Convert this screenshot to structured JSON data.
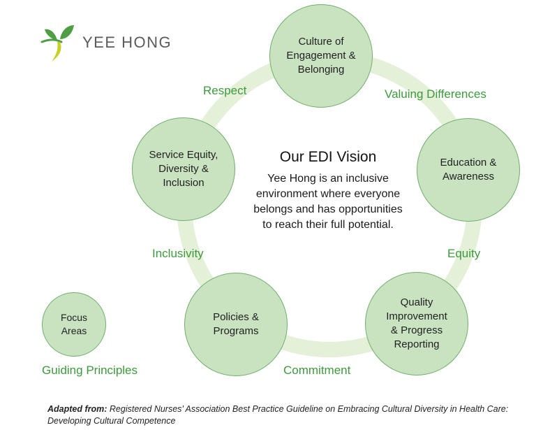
{
  "brand": {
    "name": "YEE HONG",
    "colors": {
      "leaf_green": "#4f9e45",
      "leaf_yellow": "#c8cf2a",
      "text_gray": "#5b5b5b"
    },
    "icon": "leaf-logo-icon"
  },
  "diagram": {
    "colors": {
      "node_fill": "#c9e3c1",
      "node_border": "#6fae6a",
      "ring": "#e4f0d8",
      "principle_text": "#3c9a3c"
    },
    "focus_areas": [
      {
        "id": "culture",
        "label": "Culture of\nEngagement &\nBelonging"
      },
      {
        "id": "education",
        "label": "Education &\nAwareness"
      },
      {
        "id": "quality",
        "label": "Quality\nImprovement\n& Progress\nReporting"
      },
      {
        "id": "policies",
        "label": "Policies &\nPrograms"
      },
      {
        "id": "service",
        "label": "Service Equity,\nDiversity &\nInclusion"
      }
    ],
    "guiding_principles": [
      {
        "id": "respect",
        "label": "Respect"
      },
      {
        "id": "valuing",
        "label": "Valuing Differences"
      },
      {
        "id": "equity",
        "label": "Equity"
      },
      {
        "id": "commitment",
        "label": "Commitment"
      },
      {
        "id": "inclusivity",
        "label": "Inclusivity"
      }
    ],
    "vision": {
      "title": "Our EDI Vision",
      "body": "Yee Hong is an inclusive\nenvironment where everyone\nbelongs and has opportunities\nto reach their full potential."
    }
  },
  "legend": {
    "circle_label": "Focus\nAreas",
    "text_label": "Guiding Principles"
  },
  "source": {
    "prefix": "Adapted from:",
    "text": " Registered Nurses’ Association Best Practice Guideline on Embracing Cultural Diversity in Health Care: Developing Cultural Competence"
  }
}
